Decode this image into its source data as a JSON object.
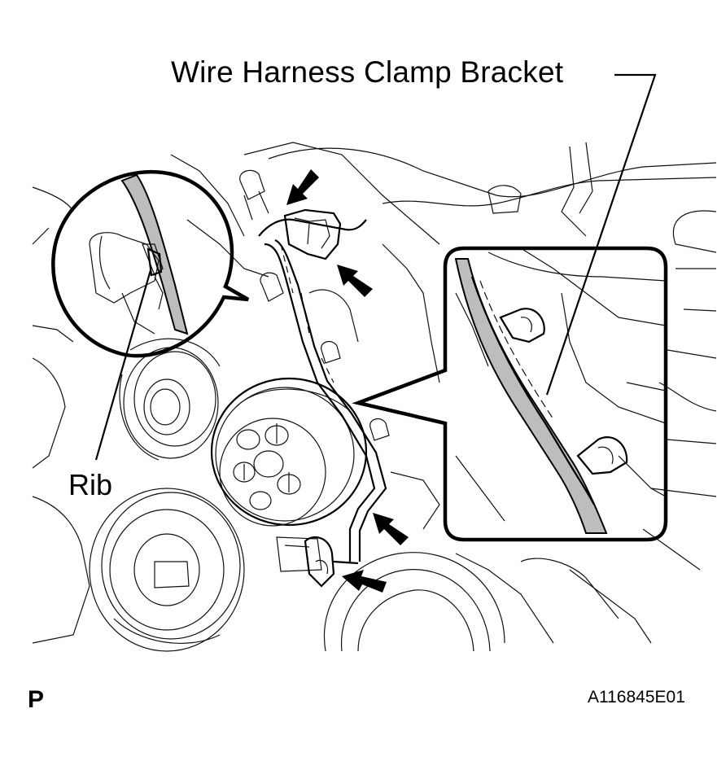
{
  "labels": {
    "title": "Wire Harness Clamp Bracket",
    "rib": "Rib",
    "page_code": "P",
    "figure_id": "A116845E01"
  },
  "icons": [
    "arrow-icon"
  ]
}
